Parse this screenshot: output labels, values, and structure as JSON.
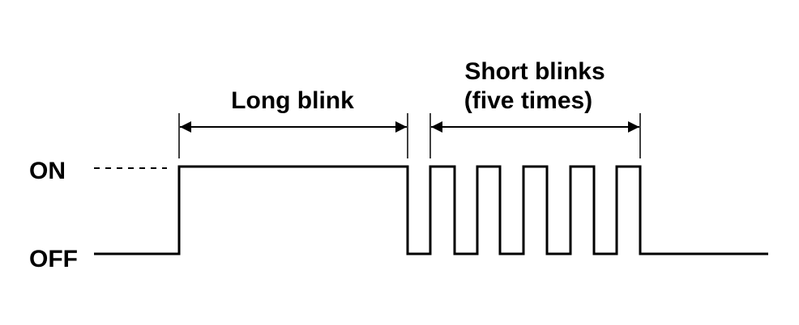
{
  "diagram": {
    "state_labels": {
      "on": "ON",
      "off": "OFF"
    },
    "annotations": {
      "long": "Long blink",
      "short_line1": "Short blinks",
      "short_line2": "(five times)"
    },
    "short_blink_count": 5
  }
}
